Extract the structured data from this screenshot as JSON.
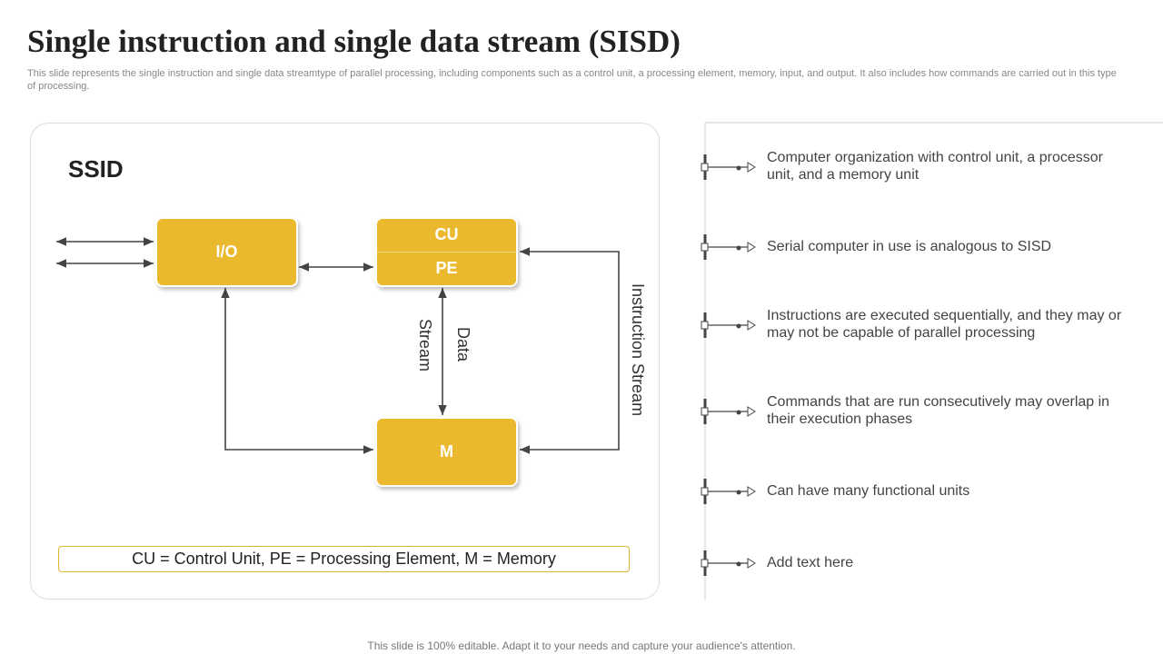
{
  "title": "Single instruction and single data stream (SISD)",
  "description": "This slide represents the single instruction and single data streamtype of parallel processing, including components such as a control unit, a processing element, memory, input, and output. It also includes how commands are carried out in this type of processing.",
  "diagram": {
    "heading": "SSID",
    "io": "I/O",
    "cu": "CU",
    "pe": "PE",
    "m": "M",
    "data_label": "Data",
    "stream_label": "Stream",
    "instruction_label": "Instruction Stream",
    "legend": "CU = Control Unit,  PE = Processing Element, M = Memory",
    "accent": "#ebb92e"
  },
  "points": [
    "Computer organization with control unit, a processor unit, and a memory unit",
    "Serial computer in use is analogous to SISD",
    "Instructions  are executed sequentially,  and they may or may not be capable of parallel processing",
    "Commands that are run consecutively may overlap in their execution phases",
    "Can have many functional units",
    "Add text here"
  ],
  "footer": "This slide is 100% editable. Adapt it to your needs and capture your audience's attention."
}
